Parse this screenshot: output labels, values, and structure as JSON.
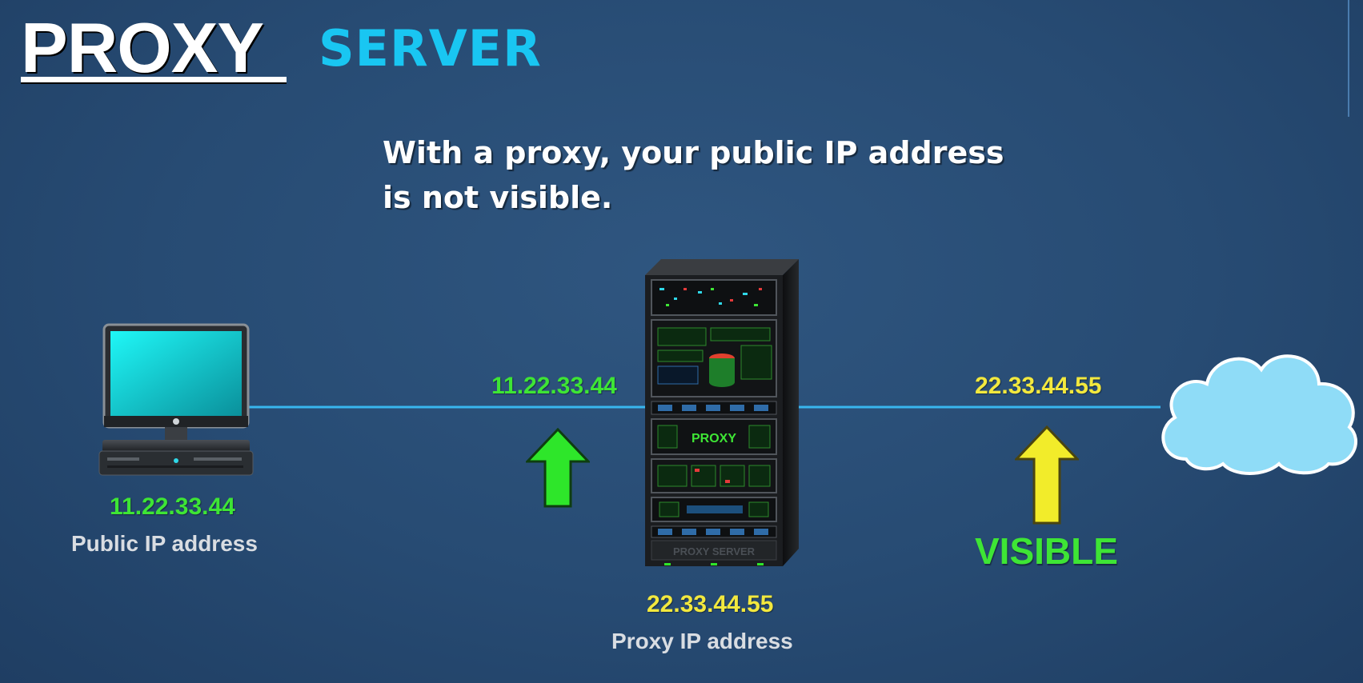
{
  "title": {
    "word1": "PROXY",
    "word2": "SERVER"
  },
  "headline": {
    "line1": "With a proxy, your public IP address",
    "line2": "is not visible."
  },
  "client": {
    "ip": "11.22.33.44",
    "caption": "Public IP address"
  },
  "link_left": {
    "ip": "11.22.33.44"
  },
  "proxy": {
    "ip": "22.33.44.55",
    "caption": "Proxy IP address",
    "panel_label": "PROXY",
    "base_label": "PROXY SERVER"
  },
  "link_right": {
    "ip": "22.33.44.55",
    "status": "VISIBLE"
  },
  "colors": {
    "background": "#274b73",
    "accent_blue": "#19c6f2",
    "link_line": "#38b6ee",
    "green": "#3ee535",
    "yellow": "#f2e83e",
    "cloud": "#8fdcf7"
  },
  "icons": [
    "computer-icon",
    "proxy-server-rack-icon",
    "cloud-icon",
    "green-up-arrow-icon",
    "yellow-up-arrow-icon"
  ]
}
